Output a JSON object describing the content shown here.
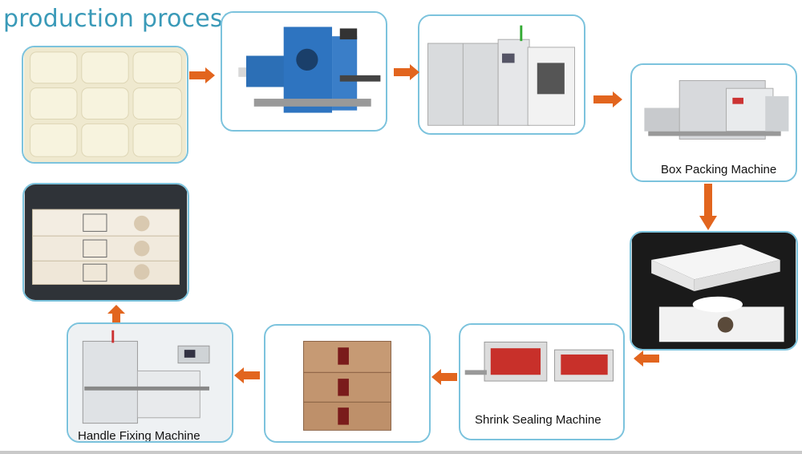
{
  "title": "production process",
  "steps": [
    {
      "caption": ""
    },
    {
      "caption": ""
    },
    {
      "caption": ""
    },
    {
      "caption": "Box Packing Machine"
    },
    {
      "caption": ""
    },
    {
      "caption": "Shrink Sealing Machine"
    },
    {
      "caption": ""
    },
    {
      "caption": "Handle Fixing Machine"
    },
    {
      "caption": ""
    }
  ],
  "colors": {
    "arrow": "#e2651e",
    "border": "#7cc3dd",
    "title": "#3a9ab8"
  }
}
